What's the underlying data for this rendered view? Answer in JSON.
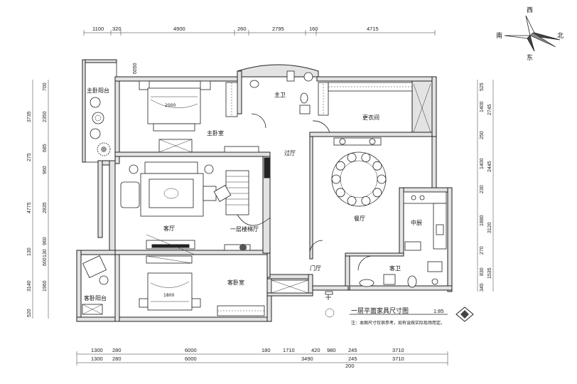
{
  "dimensions": {
    "top": [
      "1100",
      "320",
      "4900",
      "260",
      "2795",
      "160",
      "4715"
    ],
    "bottom_row1": [
      "1300",
      "280",
      "6000",
      "180",
      "1710",
      "420",
      "980",
      "245",
      "3710"
    ],
    "bottom_row2": [
      "1300",
      "280",
      "6000",
      "3490",
      "245",
      "3710"
    ],
    "bottom_extra": "200",
    "left_outer": [
      "3735",
      "275",
      "4775",
      "130",
      "3140",
      "520"
    ],
    "left_inner": [
      "700",
      "2350",
      "685",
      "960",
      "2835",
      "960",
      "600",
      "1960"
    ],
    "left_inner_small": "130",
    "right_outer": [
      "525",
      "1400",
      "250",
      "1400",
      "230",
      "1880",
      "270",
      "830",
      "345"
    ],
    "right_inner": [
      "2745",
      "2445",
      "3120",
      "1535"
    ],
    "top_small": "6050"
  },
  "rooms": {
    "master_balcony": "主卧阳台",
    "master_bedroom": "主卧室",
    "master_bath": "主卫",
    "walk_in_closet": "更衣间",
    "corridor": "过厅",
    "living_room": "客厅",
    "stair_hall": "一层楼梯厅",
    "dining_room": "餐厅",
    "kitchen": "中厨",
    "guest_bath": "客卫",
    "entrance_hall": "门厅",
    "guest_bedroom": "客卧室",
    "guest_balcony": "客卧阳台"
  },
  "furniture_labels": {
    "master_bed_size": "2000",
    "guest_bed_size": "1800"
  },
  "legend": {
    "title": "一层平面家具尺寸图",
    "scale": "1:85",
    "note": "注：本图尺寸仅供参考，如有误按实际现场而定。"
  },
  "compass": {
    "north": "北",
    "south": "南",
    "east": "东",
    "west": "西"
  }
}
